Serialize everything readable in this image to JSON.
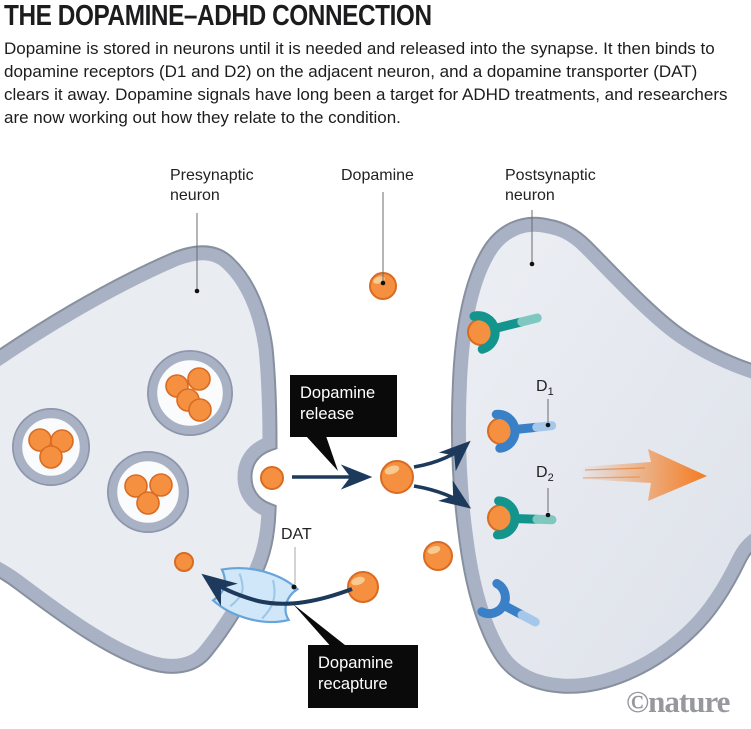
{
  "header": {
    "title": "THE DOPAMINE–ADHD CONNECTION",
    "description": "Dopamine is stored in neurons until it is needed and released into the synapse. It then binds to dopamine receptors (D1 and D2) on the adjacent neuron, and a dopamine transporter (DAT) clears it away. Dopamine signals have long been a target for ADHD treatments, and researchers are now working out how they relate to the condition."
  },
  "diagram": {
    "labels": {
      "presynaptic": "Presynaptic neuron",
      "dopamine": "Dopamine",
      "postsynaptic": "Postsynaptic neuron",
      "dat": "DAT",
      "d1": {
        "base": "D",
        "sub": "1"
      },
      "d2": {
        "base": "D",
        "sub": "2"
      }
    },
    "callouts": {
      "release": "Dopamine release",
      "recapture": "Dopamine recapture"
    },
    "icons": {
      "vesicle_count": 3,
      "receptors": [
        "D2-type (teal, dopamine bound)",
        "D1 (blue, dopamine bound)",
        "D2 (teal, dopamine bound)",
        "D1-type (blue, unbound)"
      ]
    },
    "colors": {
      "dopamine_orange": "#F4903F",
      "dopamine_rim": "#D96B22",
      "membrane_band": "#A9B2C5",
      "membrane_edge": "#87909F",
      "cytoplasm": "#E9ECF1",
      "vesicle_lumen": "#FAFBFC",
      "arrow_navy": "#1D3A5C",
      "signal_arrow_orange": "#F47B20",
      "dat_blue": "#CFE7F8",
      "dat_outline": "#67A4D9",
      "receptor_blue": "#3A80C6",
      "receptor_teal": "#13948C",
      "callout_bg": "#0A0A0A",
      "callout_text": "#FFFFFF"
    }
  },
  "footer": {
    "logo": "©nature"
  }
}
